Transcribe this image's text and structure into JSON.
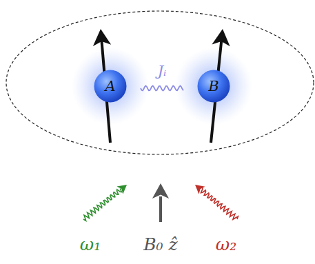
{
  "diagram": {
    "nodes": [
      {
        "text": [
          "A"
        ]
      },
      {
        "text": [
          "B"
        ]
      }
    ],
    "edges": [
      {
        "from": 0,
        "to": 1,
        "arrow": "none",
        "label": "Jᵢ"
      }
    ],
    "labels": [
      "ω₁",
      "B₀ ẑ",
      "ω₂"
    ]
  }
}
